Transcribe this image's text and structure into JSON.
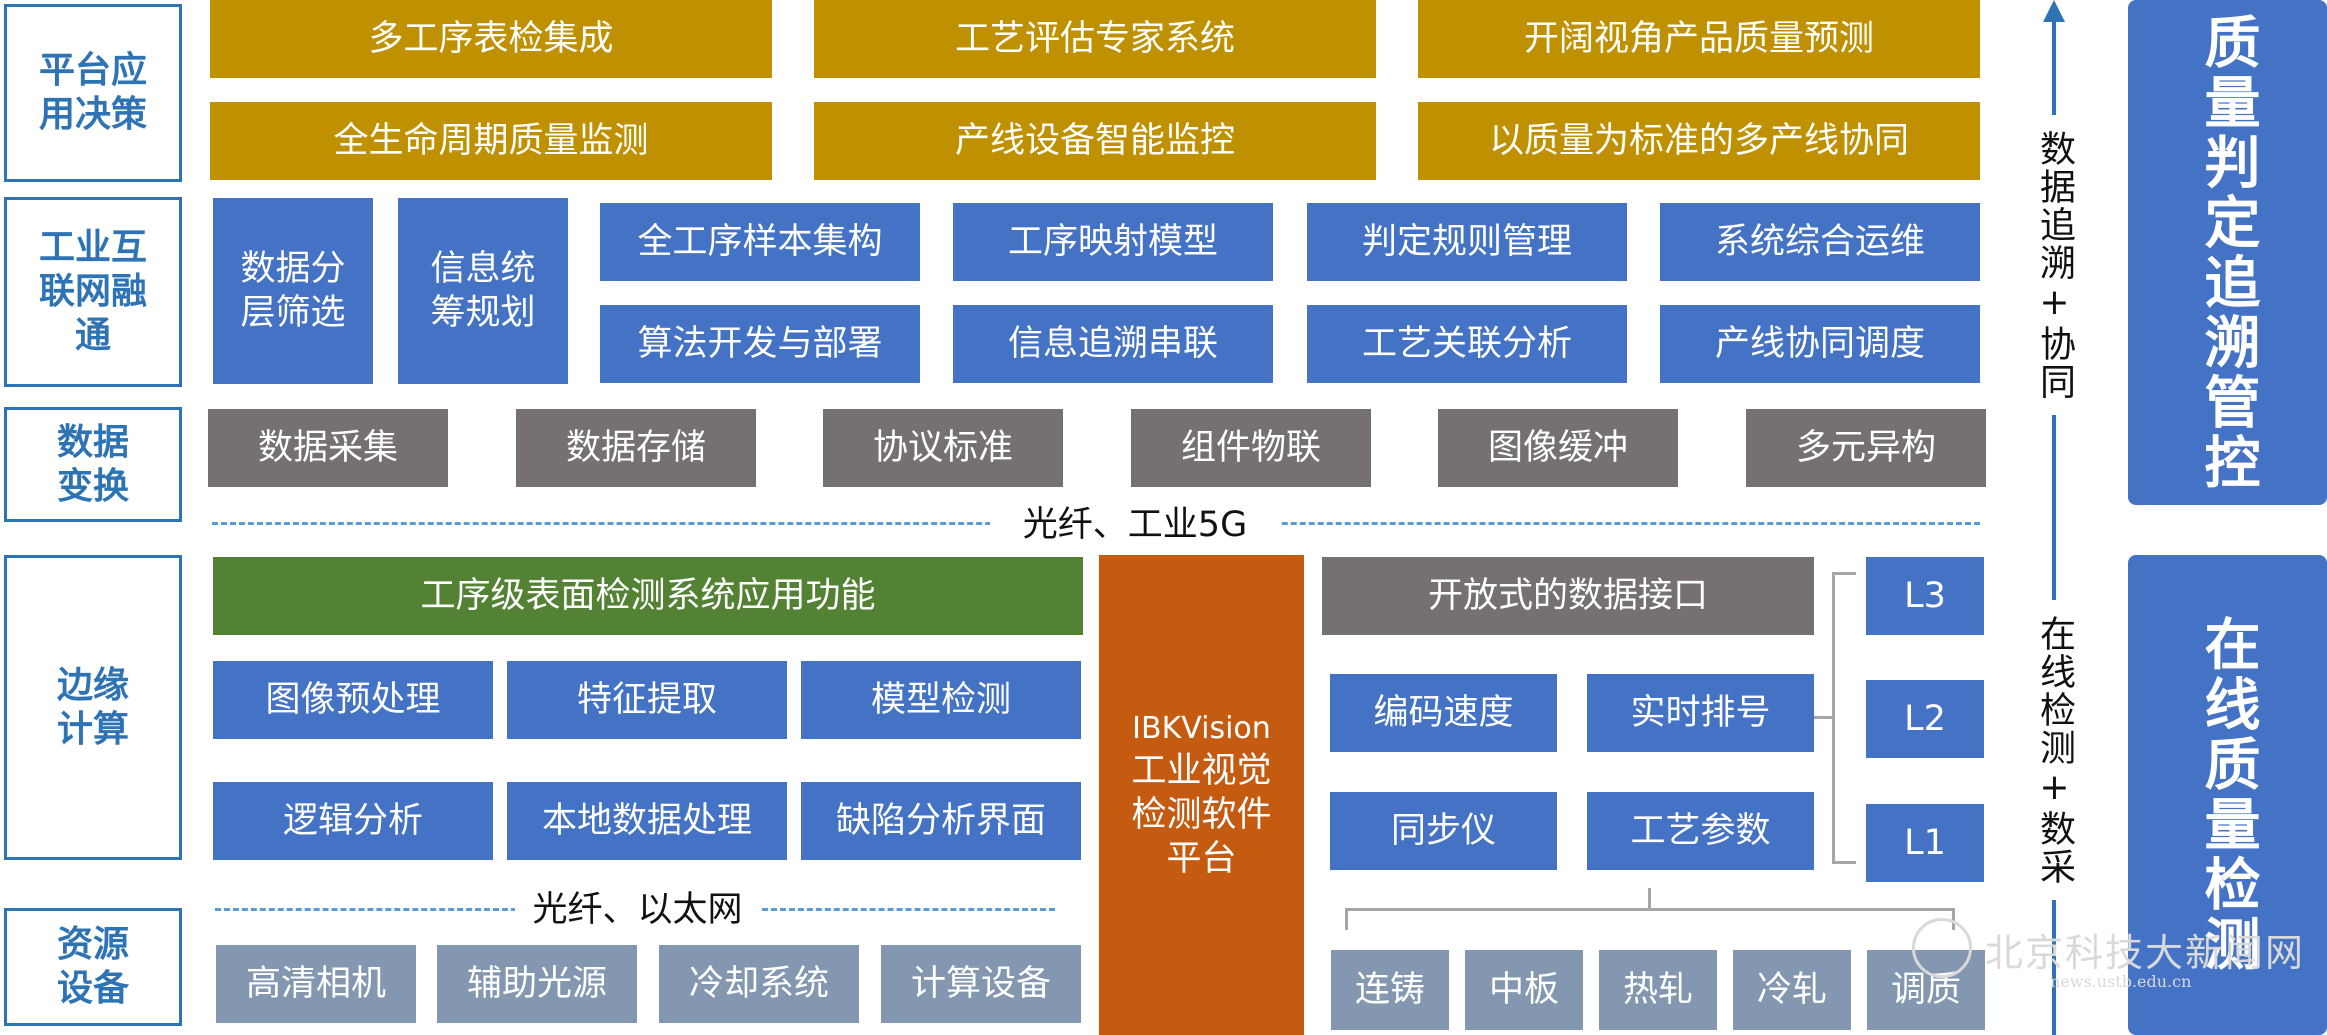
{
  "layers": {
    "platform": "平台应用决策",
    "iiot": "工业互联网融通",
    "data_exchange": "数据变换",
    "edge": "边缘计算",
    "resource": "资源设备"
  },
  "platform_row1": [
    "多工序表检集成",
    "工艺评估专家系统",
    "开阔视角产品质量预测"
  ],
  "platform_row2": [
    "全生命周期质量监测",
    "产线设备智能监控",
    "以质量为标准的多产线协同"
  ],
  "iiot_tall": [
    "数据分层筛选",
    "信息统筹规划"
  ],
  "iiot_row1": [
    "全工序样本集构",
    "工序映射模型",
    "判定规则管理",
    "系统综合运维"
  ],
  "iiot_row2": [
    "算法开发与部署",
    "信息追溯串联",
    "工艺关联分析",
    "产线协同调度"
  ],
  "data_row": [
    "数据采集",
    "数据存储",
    "协议标准",
    "组件物联",
    "图像缓冲",
    "多元异构"
  ],
  "network_top": "光纤、工业5G",
  "network_bottom": "光纤、以太网",
  "edge_green": "工序级表面检测系统应用功能",
  "edge_row1": [
    "图像预处理",
    "特征提取",
    "模型检测"
  ],
  "edge_row2": [
    "逻辑分析",
    "本地数据处理",
    "缺陷分析界面"
  ],
  "platform_center": {
    "line1": "IBKVision",
    "line2": "工业视觉检测软件平台"
  },
  "interface": "开放式的数据接口",
  "interface_row1": [
    "编码速度",
    "实时排号"
  ],
  "interface_row2": [
    "同步仪",
    "工艺参数"
  ],
  "levels": [
    "L3",
    "L2",
    "L1"
  ],
  "resource_row": [
    "高清相机",
    "辅助光源",
    "冷却系统",
    "计算设备"
  ],
  "mills": [
    "连铸",
    "中板",
    "热轧",
    "冷轧",
    "调质"
  ],
  "side_upper": "数据追溯+协同",
  "side_lower": "在线检测+数采",
  "right_upper": "质量判定追溯管控",
  "right_lower": "在线质量检测",
  "watermark": {
    "text": "北京科技大新闻网",
    "url": "news.ustb.edu.cn"
  }
}
